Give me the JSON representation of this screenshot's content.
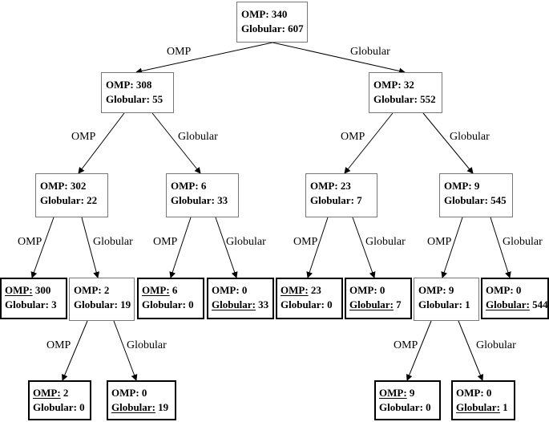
{
  "tree": {
    "nodes": {
      "n0": {
        "line1": {
          "label": "OMP:",
          "value": "340"
        },
        "line2": {
          "label": "Globular:",
          "value": "607"
        }
      },
      "n1": {
        "line1": {
          "label": "OMP:",
          "value": "308"
        },
        "line2": {
          "label": "Globular:",
          "value": "55"
        }
      },
      "n2": {
        "line1": {
          "label": "OMP:",
          "value": "32"
        },
        "line2": {
          "label": "Globular:",
          "value": "552"
        }
      },
      "n3": {
        "line1": {
          "label": "OMP:",
          "value": "302"
        },
        "line2": {
          "label": "Globular:",
          "value": "22"
        }
      },
      "n4": {
        "line1": {
          "label": "OMP:",
          "value": "6"
        },
        "line2": {
          "label": "Globular:",
          "value": "33"
        }
      },
      "n5": {
        "line1": {
          "label": "OMP:",
          "value": "23"
        },
        "line2": {
          "label": "Globular:",
          "value": "7"
        }
      },
      "n6": {
        "line1": {
          "label": "OMP:",
          "value": "9"
        },
        "line2": {
          "label": "Globular:",
          "value": "545"
        }
      },
      "n7": {
        "line1": {
          "label": "OMP:",
          "value": "300"
        },
        "line2": {
          "label": "Globular:",
          "value": "3"
        }
      },
      "n8": {
        "line1": {
          "label": "OMP:",
          "value": "2"
        },
        "line2": {
          "label": "Globular:",
          "value": "19"
        }
      },
      "n9": {
        "line1": {
          "label": "OMP:",
          "value": "6"
        },
        "line2": {
          "label": "Globular:",
          "value": "0"
        }
      },
      "n10": {
        "line1": {
          "label": "OMP:",
          "value": "0"
        },
        "line2": {
          "label": "Globular:",
          "value": "33"
        }
      },
      "n11": {
        "line1": {
          "label": "OMP:",
          "value": "23"
        },
        "line2": {
          "label": "Globular:",
          "value": "0"
        }
      },
      "n12": {
        "line1": {
          "label": "OMP:",
          "value": "0"
        },
        "line2": {
          "label": "Globular:",
          "value": "7"
        }
      },
      "n13": {
        "line1": {
          "label": "OMP:",
          "value": "9"
        },
        "line2": {
          "label": "Globular:",
          "value": "1"
        }
      },
      "n14": {
        "line1": {
          "label": "OMP:",
          "value": "0"
        },
        "line2": {
          "label": "Globular:",
          "value": "544"
        }
      },
      "n15": {
        "line1": {
          "label": "OMP:",
          "value": "2"
        },
        "line2": {
          "label": "Globular:",
          "value": "0"
        }
      },
      "n16": {
        "line1": {
          "label": "OMP:",
          "value": "0"
        },
        "line2": {
          "label": "Globular:",
          "value": "19"
        }
      },
      "n17": {
        "line1": {
          "label": "OMP:",
          "value": "9"
        },
        "line2": {
          "label": "Globular:",
          "value": "0"
        }
      },
      "n18": {
        "line1": {
          "label": "OMP:",
          "value": "0"
        },
        "line2": {
          "label": "Globular:",
          "value": "1"
        }
      }
    },
    "edge_labels": {
      "left": "OMP",
      "right": "Globular"
    }
  }
}
